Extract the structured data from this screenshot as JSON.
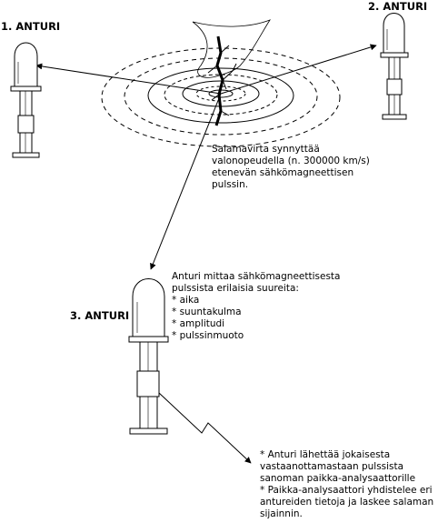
{
  "labels": {
    "sensor1": "1. ANTURI",
    "sensor2": "2. ANTURI",
    "sensor3": "3. ANTURI"
  },
  "text_pulse": [
    "Salamavirta synnyttää",
    "valonopeudella (n. 300000 km/s)",
    "etenevän sähkömagneettisen",
    "pulssin."
  ],
  "text_measure": [
    "Anturi mittaa sähkömagneettisesta",
    "pulssista erilaisia suureita:",
    "* aika",
    "* suuntakulma",
    "* amplitudi",
    "* pulssinmuoto"
  ],
  "text_send": [
    "* Anturi lähettää jokaisesta",
    "vastaanottamastaan pulssista",
    "sanoman paikka-analysaattorille",
    "* Paikka-analysaattori yhdistelee eri",
    "antureiden tietoja ja laskee salaman",
    "sijainnin."
  ]
}
